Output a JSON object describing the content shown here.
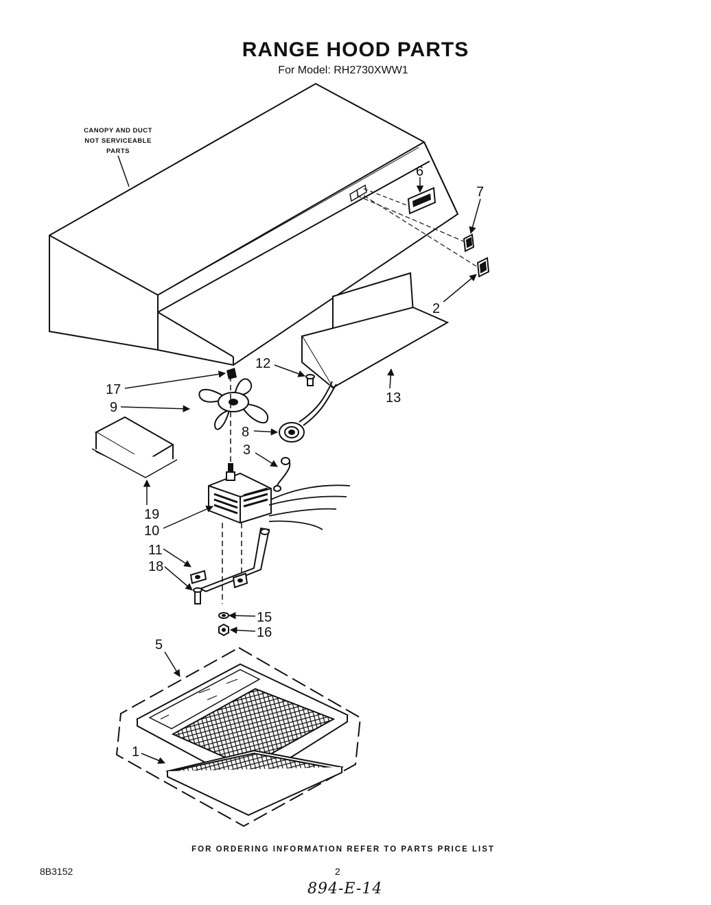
{
  "header": {
    "title": "RANGE HOOD PARTS",
    "subtitle": "For Model: RH2730XWW1"
  },
  "note": {
    "line1": "CANOPY AND DUCT",
    "line2": "NOT SERVICEABLE",
    "line3": "PARTS"
  },
  "callouts": {
    "c1": "1",
    "c2": "2",
    "c3": "3",
    "c5": "5",
    "c6": "6",
    "c7": "7",
    "c8": "8",
    "c9": "9",
    "c10": "10",
    "c11": "11",
    "c12": "12",
    "c13": "13",
    "c15": "15",
    "c16": "16",
    "c17": "17",
    "c18": "18",
    "c19": "19"
  },
  "footer": {
    "ordering": "FOR ORDERING INFORMATION REFER TO PARTS PRICE LIST",
    "doc_number": "8B3152",
    "page_number": "2",
    "handwritten": "894-E-14"
  }
}
